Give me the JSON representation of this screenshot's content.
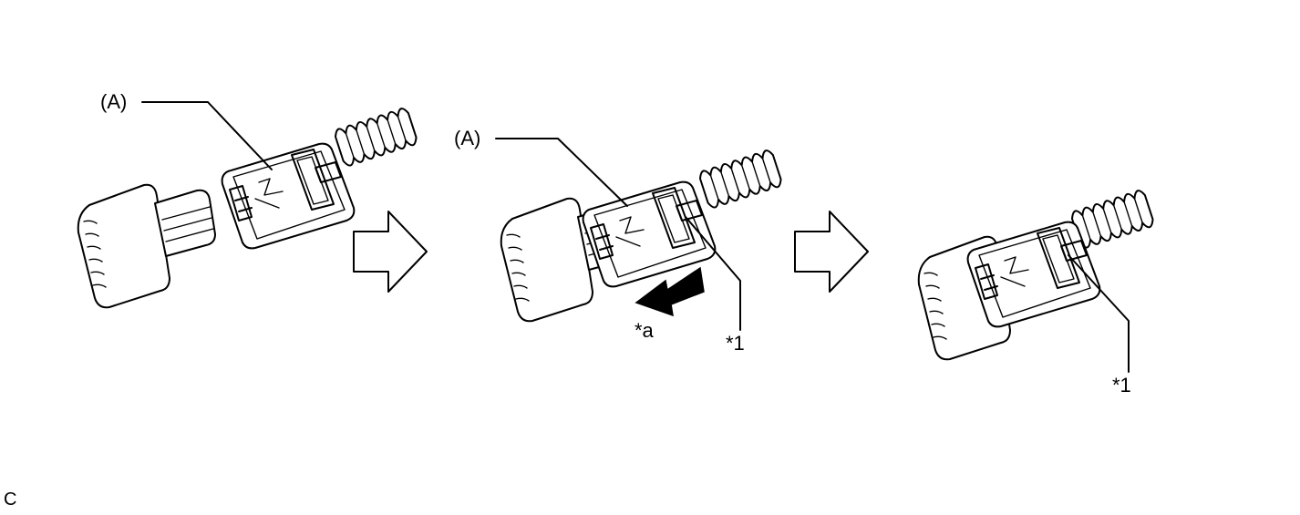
{
  "step1": {
    "label_a": "(A)"
  },
  "step2": {
    "label_a": "(A)",
    "label_star1": "*1",
    "label_stara": "*a"
  },
  "step3": {
    "label_star1": "*1"
  },
  "arrow_icon": "hollow-right-arrow",
  "direction_icon": "solid-left-arrow",
  "figure_code": "C"
}
